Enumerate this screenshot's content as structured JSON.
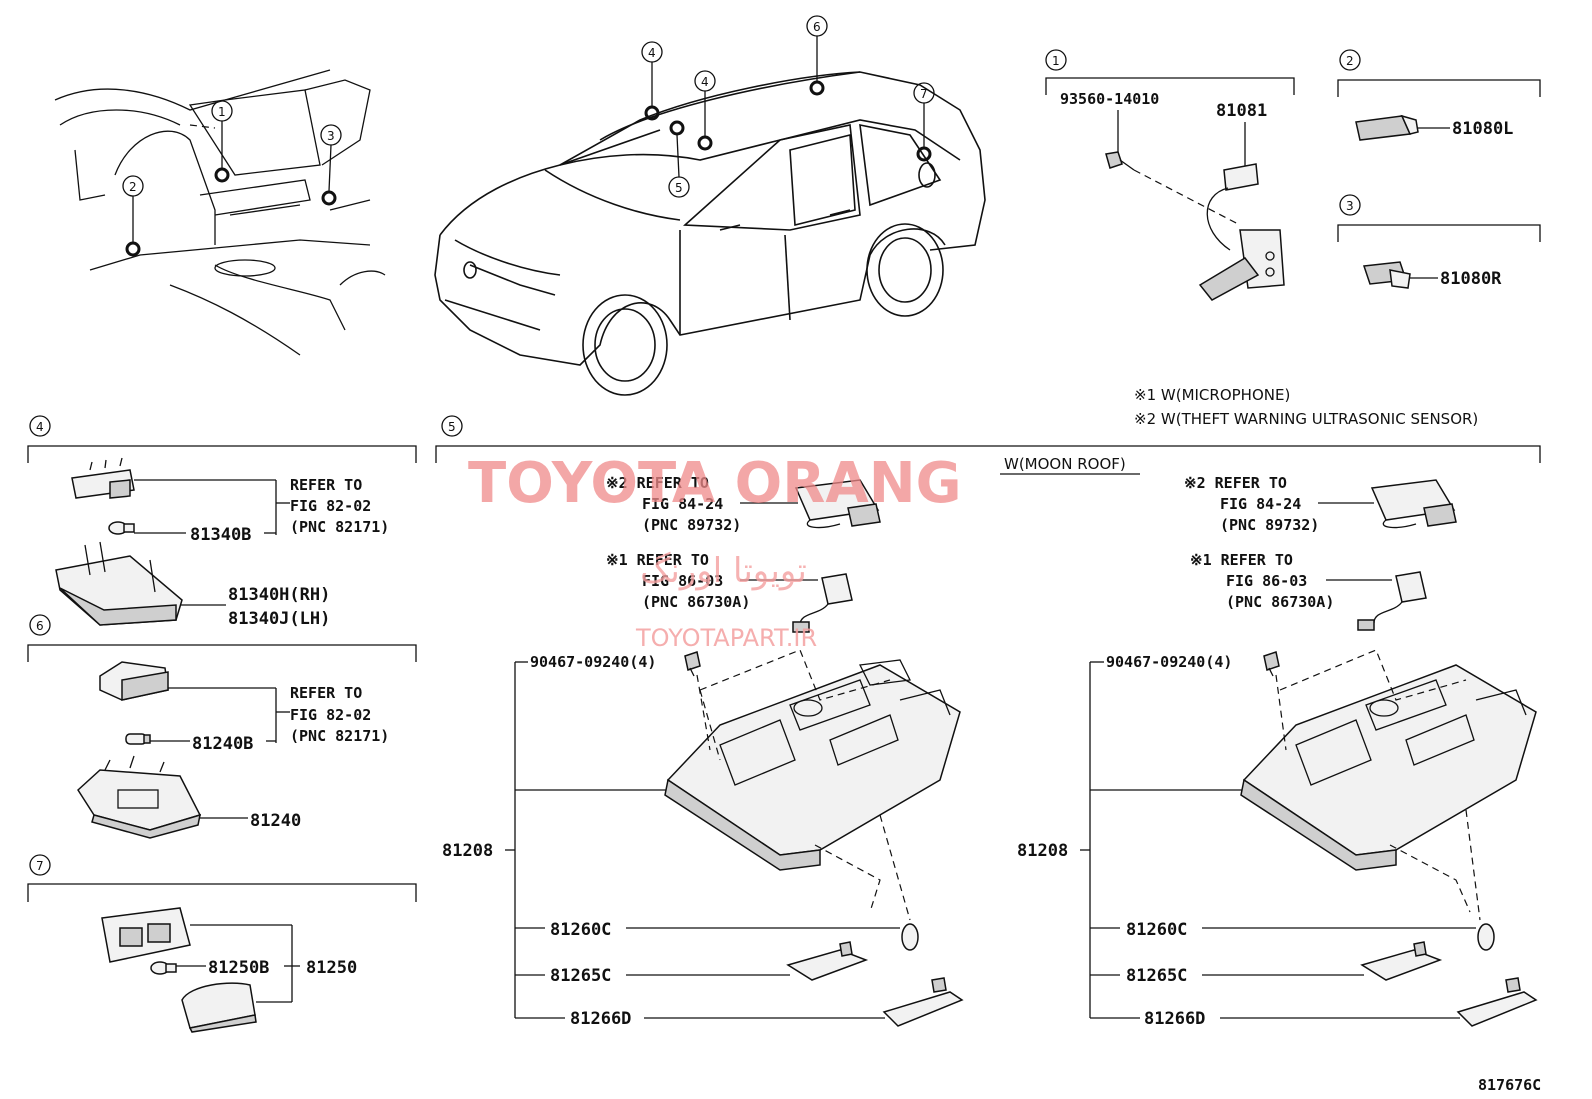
{
  "diagram_code": "817676C",
  "watermark": {
    "brand": "TOYOTA ORANG",
    "persian": "تویوتا اورنگ",
    "site": "TOYOTAPART.IR"
  },
  "callouts": [
    "1",
    "2",
    "3",
    "4",
    "5",
    "6",
    "7"
  ],
  "notes": {
    "n1": "※1 W(MICROPHONE)",
    "n2": "※2 W(THEFT WARNING ULTRASONIC SENSOR)"
  },
  "section1": {
    "num": "1",
    "bolt": "93560-14010",
    "part": "81081"
  },
  "section2": {
    "num": "2",
    "part": "81080L"
  },
  "section3": {
    "num": "3",
    "part": "81080R"
  },
  "section4": {
    "num": "4",
    "refer": [
      "REFER TO",
      "FIG 82-02",
      "(PNC 82171)"
    ],
    "bulb": "81340B",
    "lamp_rh": "81340H(RH)",
    "lamp_lh": "81340J(LH)"
  },
  "section6": {
    "num": "6",
    "refer": [
      "REFER TO",
      "FIG 82-02",
      "(PNC 82171)"
    ],
    "bulb": "81240B",
    "lamp": "81240"
  },
  "section7": {
    "num": "7",
    "bulb": "81250B",
    "lamp": "81250"
  },
  "section5": {
    "num": "5",
    "moon_roof": "W(MOON ROOF)",
    "left": {
      "ref2": [
        "※2 REFER TO",
        "FIG 84-24",
        "(PNC 89732)"
      ],
      "ref1": [
        "※1 REFER TO",
        "FIG 86-03",
        "(PNC 86730A)"
      ],
      "clip": "90467-09240(4)",
      "assembly": "81208",
      "bulb": "81260C",
      "cover1": "81265C",
      "cover2": "81266D"
    },
    "right": {
      "ref2": [
        "※2 REFER TO",
        "FIG 84-24",
        "(PNC 89732)"
      ],
      "ref1": [
        "※1 REFER TO",
        "FIG 86-03",
        "(PNC 86730A)"
      ],
      "clip": "90467-09240(4)",
      "assembly": "81208",
      "bulb": "81260C",
      "cover1": "81265C",
      "cover2": "81266D"
    }
  }
}
